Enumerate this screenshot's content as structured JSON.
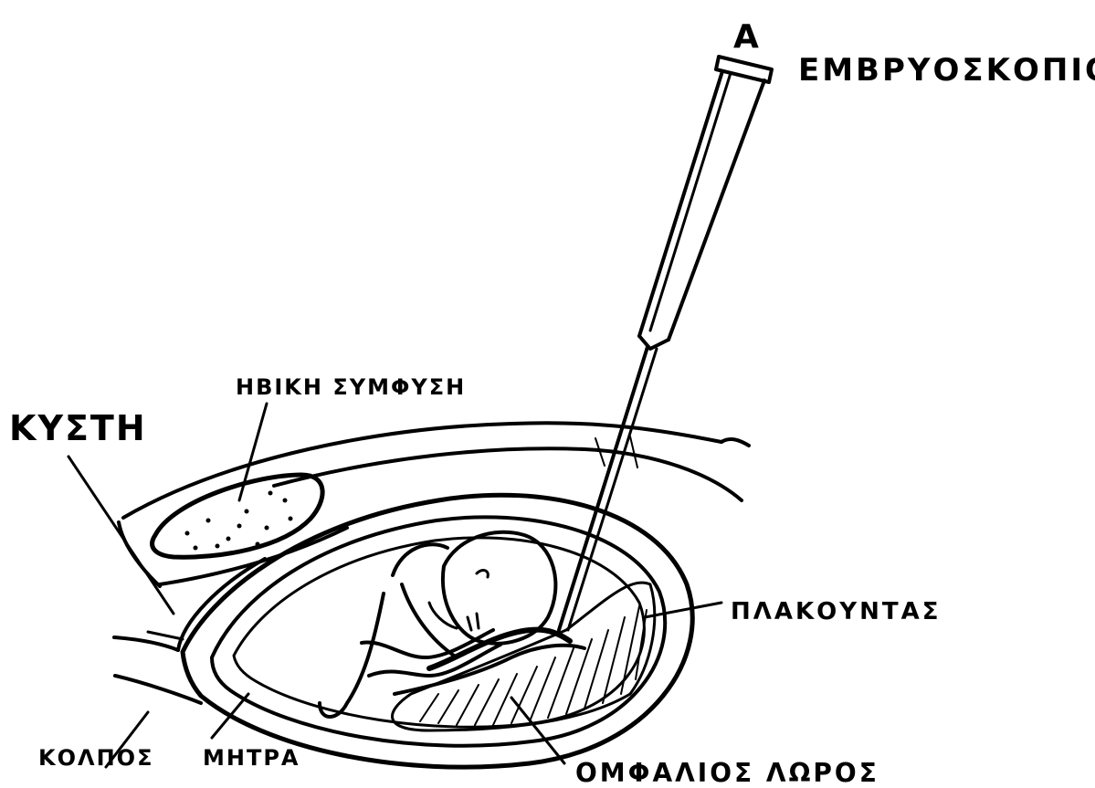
{
  "labels": {
    "embryoscope": "ΕΜΒΡΥΟΣΚΟΠΙΟ",
    "embryoscope_letter": "A",
    "bladder": "ΚΥΣΤΗ",
    "pubic_symphysis": "ΗΒΙΚΗ ΣΥΜΦΥΣΗ",
    "placenta": "ΠΛΑΚΟΥΝΤΑΣ",
    "vagina": "ΚΟΛΠΟΣ",
    "uterus": "ΜΗΤΡΑ",
    "umbilical_cord": "ΟΜΦΑΛΙΟΣ ΛΩΡΟΣ"
  },
  "colors": {
    "ink": "#000000",
    "background": "#ffffff"
  }
}
